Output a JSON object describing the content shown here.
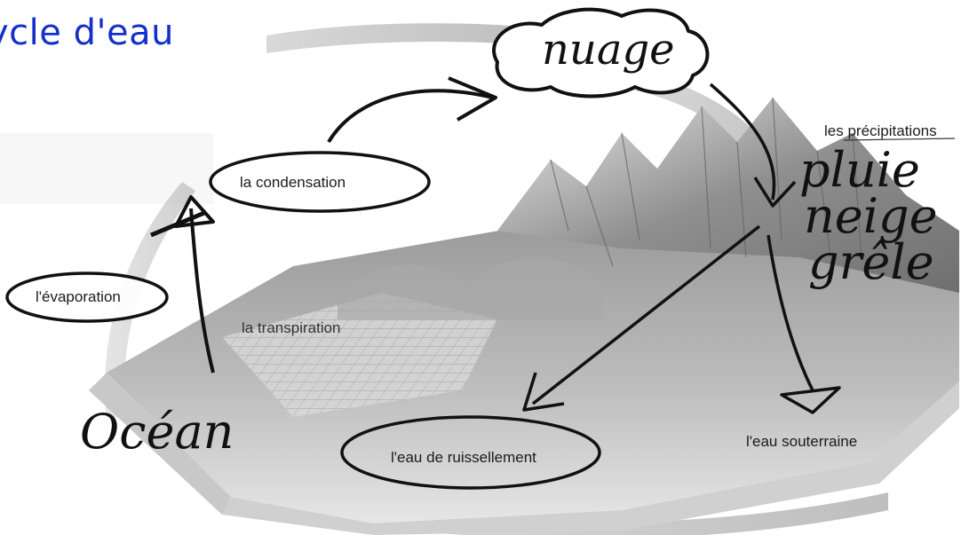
{
  "title": "ycle d'eau",
  "printed_labels": {
    "condensation": "la condensation",
    "evaporation": "l'évaporation",
    "transpiration": "la transpiration",
    "precipitations": "les précipitations",
    "ruissellement": "l'eau de ruissellement",
    "souterraine": "l'eau souterraine"
  },
  "handwritten": {
    "cloud": "nuage",
    "pluie": "pluie",
    "neige": "neige",
    "grele": "grêle",
    "ocean": "Océan"
  },
  "colors": {
    "title": "#1530c9",
    "ink": "#111111",
    "terrain_dark": "#7c7c7c",
    "terrain_light": "#d6d6d6",
    "arrow_band": "#bdbdbd"
  }
}
